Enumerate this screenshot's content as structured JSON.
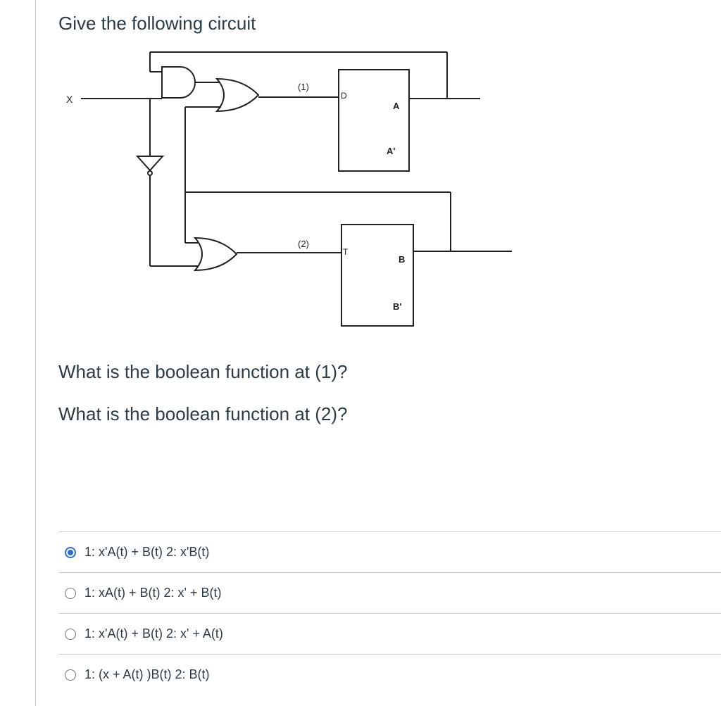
{
  "question": {
    "title": "Give the following circuit",
    "prompt1": "What is the boolean function at (1)?",
    "prompt2": "What is the boolean function at (2)?"
  },
  "circuit": {
    "input_label": "X",
    "label1": "(1)",
    "label2": "(2)",
    "ff1": {
      "input": "D",
      "q": "A",
      "qbar": "A'"
    },
    "ff2": {
      "input": "T",
      "q": "B",
      "qbar": "B'"
    }
  },
  "answers": [
    {
      "label": "1: x'A(t) + B(t) 2: x'B(t)",
      "selected": true
    },
    {
      "label": "1: xA(t) + B(t) 2: x' + B(t)",
      "selected": false
    },
    {
      "label": "1: x'A(t) + B(t) 2: x' + A(t)",
      "selected": false
    },
    {
      "label": "1: (x + A(t) )B(t) 2: B(t)",
      "selected": false
    }
  ],
  "colors": {
    "accent": "#2b6ed6",
    "text": "#2d3b45",
    "rule": "#c7cdd1"
  }
}
